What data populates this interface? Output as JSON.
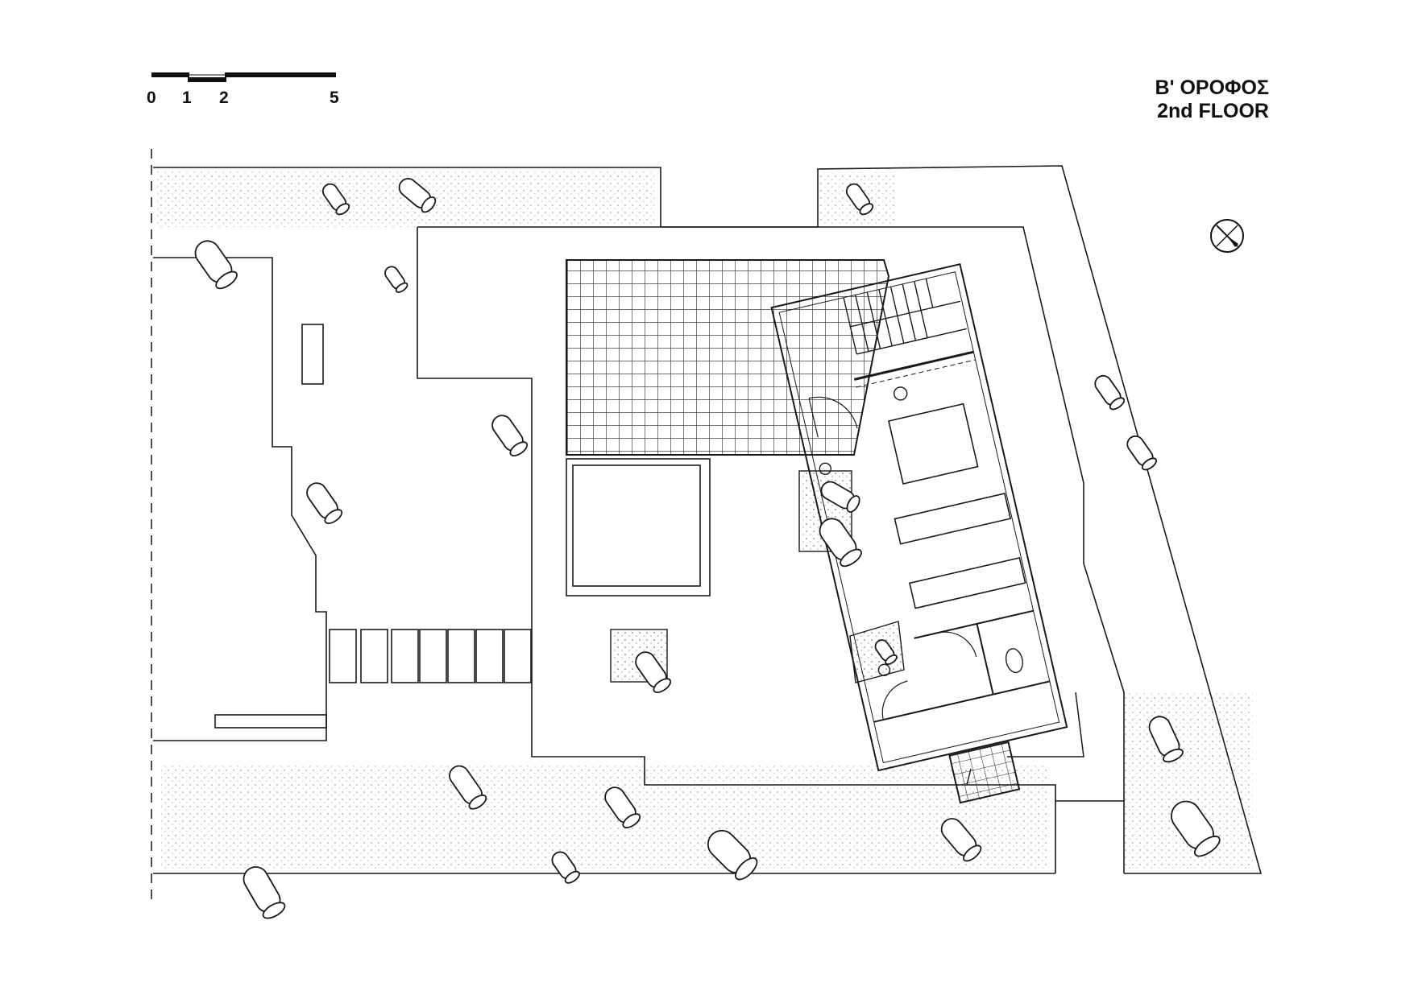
{
  "title": {
    "greek": "B' ΟΡΟΦΟΣ",
    "english": "2nd FLOOR"
  },
  "scale_bar": {
    "labels": [
      "0",
      "1",
      "2",
      "5"
    ]
  },
  "north_arrow": {
    "icon": "north-arrow-icon"
  },
  "colors": {
    "line": "#1a1a1a",
    "background": "#ffffff",
    "stipple": "#555555"
  },
  "trees_count_note": "",
  "legend": []
}
